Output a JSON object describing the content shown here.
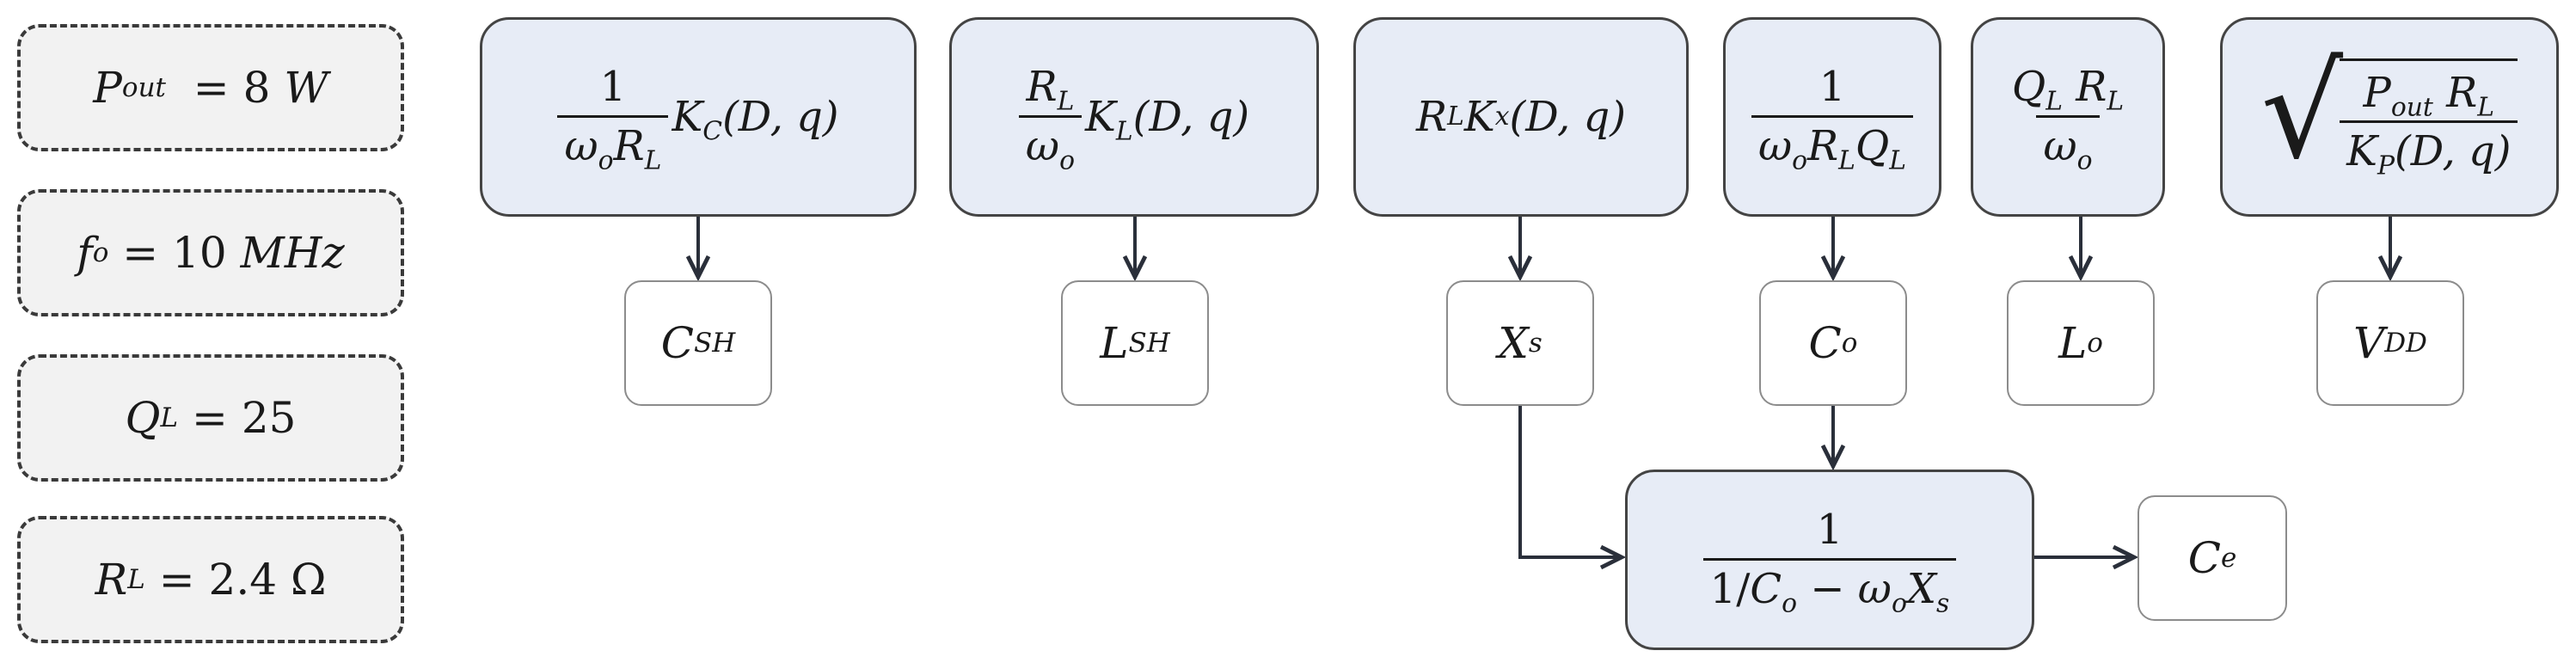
{
  "parameters": [
    {
      "symbol": "P",
      "sub": "out",
      "value": "8",
      "unit": "W"
    },
    {
      "symbol": "f",
      "sub": "o",
      "value": "10",
      "unit": "MHz"
    },
    {
      "symbol": "Q",
      "sub": "L",
      "value": "25",
      "unit": ""
    },
    {
      "symbol": "R",
      "sub": "L",
      "value": "2.4",
      "unit": "Ω"
    }
  ],
  "formulas": {
    "csh": {
      "num": "1",
      "den_a": "ω",
      "den_a_sub": "o",
      "den_b": "R",
      "den_b_sub": "L",
      "func": "K",
      "func_sub": "C",
      "args": "(D, q)"
    },
    "lsh": {
      "num": "R",
      "num_sub": "L",
      "den": "ω",
      "den_sub": "o",
      "func": "K",
      "func_sub": "L",
      "args": "(D, q)"
    },
    "xs": {
      "a": "R",
      "a_sub": "L",
      "func": "K",
      "func_sub": "x",
      "args": "(D, q)"
    },
    "co": {
      "num": "1",
      "den_a": "ω",
      "den_a_sub": "o",
      "den_b": "R",
      "den_b_sub": "L",
      "den_c": "Q",
      "den_c_sub": "L"
    },
    "lo": {
      "num_a": "Q",
      "num_a_sub": "L",
      "num_b": "R",
      "num_b_sub": "L",
      "den": "ω",
      "den_sub": "o"
    },
    "vdd": {
      "num_a": "P",
      "num_a_sub": "out",
      "num_b": "R",
      "num_b_sub": "L",
      "den": "K",
      "den_sub": "P",
      "den_args": "(D, q)"
    },
    "ce": {
      "num": "1",
      "den_lead": "1/",
      "den_c": "C",
      "den_c_sub": "o",
      "den_minus": "−",
      "den_w": "ω",
      "den_w_sub": "o",
      "den_x": "X",
      "den_x_sub": "s"
    }
  },
  "outputs": [
    {
      "symbol": "C",
      "sub": "SH"
    },
    {
      "symbol": "L",
      "sub": "SH"
    },
    {
      "symbol": "X",
      "sub": "s"
    },
    {
      "symbol": "C",
      "sub": "o"
    },
    {
      "symbol": "L",
      "sub": "o"
    },
    {
      "symbol": "V",
      "sub": "DD"
    },
    {
      "symbol": "C",
      "sub": "e"
    }
  ]
}
